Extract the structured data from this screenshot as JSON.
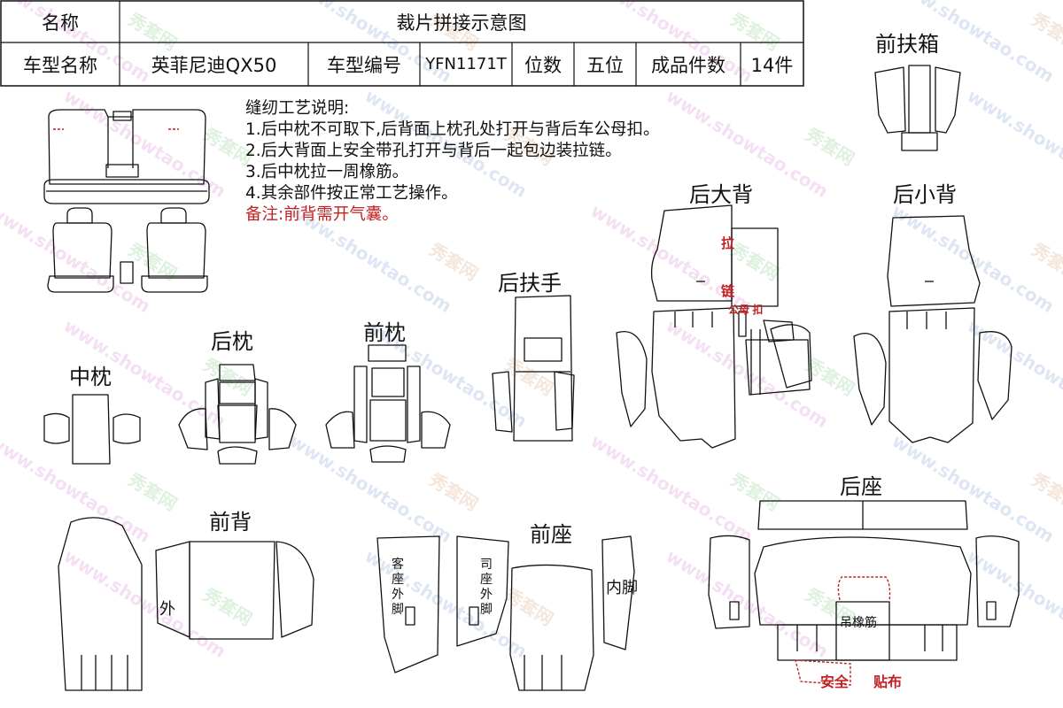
{
  "header": {
    "name_label": "名称",
    "title": "裁片拼接示意图",
    "model_name_label": "车型名称",
    "model_name": "英菲尼迪QX50",
    "model_code_label": "车型编号",
    "model_code": "YFN1171T",
    "seats_label": "位数",
    "seats": "五位",
    "pieces_label": "成品件数",
    "pieces": "14件"
  },
  "notes": {
    "title": "缝纫工艺说明:",
    "items": [
      "1.后中枕不可取下,后背面上枕孔处打开与背后车公母扣。",
      "2.后大背面上安全带孔打开与背后一起包边装拉链。",
      "3.后中枕拉一周橡筋。",
      "4.其余部件按正常工艺操作。"
    ],
    "remark": "备注:前背需开气囊。"
  },
  "parts": {
    "front_armrest_box": "前扶箱",
    "rear_big_back": "后大背",
    "rear_small_back": "后小背",
    "rear_armrest": "后扶手",
    "middle_pillow": "中枕",
    "rear_pillow": "后枕",
    "front_pillow": "前枕",
    "rear_seat": "后座",
    "front_back": "前背",
    "front_seat": "前座"
  },
  "annotations": {
    "zipper_1": "拉",
    "zipper_2": "链",
    "snap": "公母 扣",
    "outer": "外",
    "passenger_outer_leg": "客座外脚",
    "driver_outer_leg": "司座外脚",
    "inner_leg": "内脚",
    "elastic": "吊橡筋",
    "safety": "安全",
    "stick_cloth": "贴布"
  },
  "watermark": {
    "text_cn": "秀套网",
    "text_en": "www.showtao.com",
    "colors": [
      "#d070d0",
      "#6fbf6f",
      "#6f8fd0",
      "#d09060"
    ]
  }
}
